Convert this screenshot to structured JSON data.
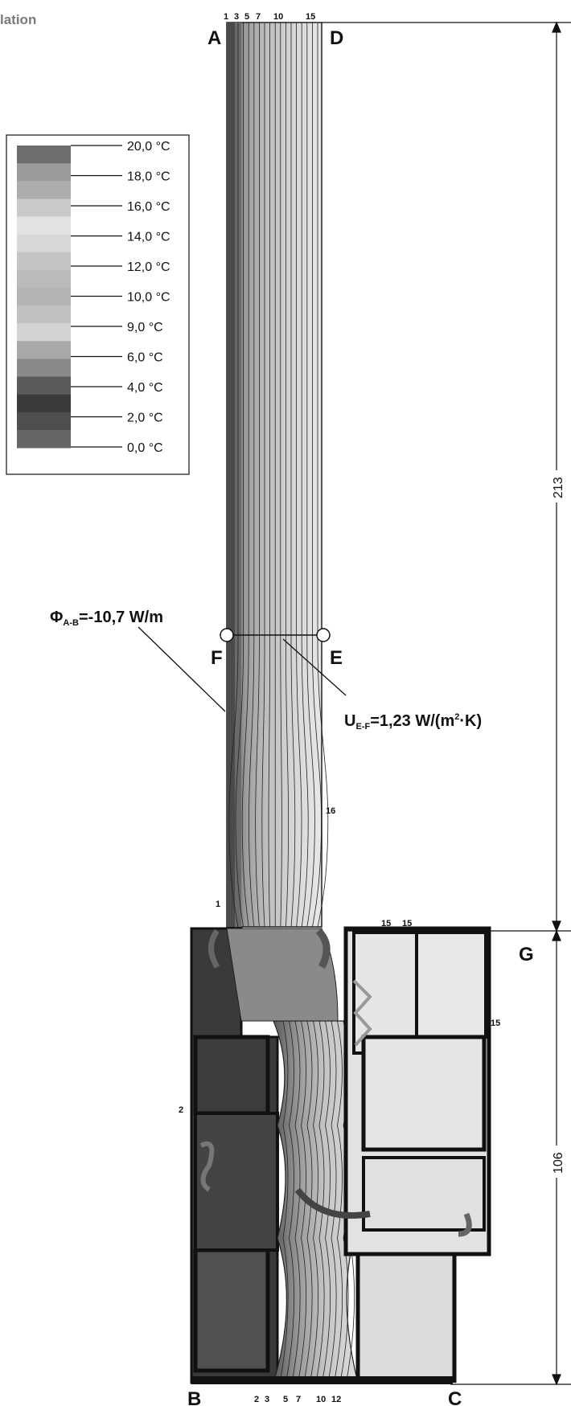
{
  "title_fragment": "lation",
  "legend": {
    "labels": [
      "20,0 °C",
      "18,0 °C",
      "16,0 °C",
      "14,0 °C",
      "12,0 °C",
      "10,0 °C",
      "9,0 °C",
      "6,0 °C",
      "4,0 °C",
      "2,0 °C",
      "0,0 °C"
    ],
    "swatches": [
      "#6d6d6d",
      "#9a9a9a",
      "#adadad",
      "#c9c9c9",
      "#e2e2e2",
      "#d8d8d8",
      "#c4c4c4",
      "#bababa",
      "#b4b4b4",
      "#c1c1c1",
      "#d3d3d3",
      "#a9a9a9",
      "#8a8a8a",
      "#5a5a5a",
      "#3a3a3a",
      "#4e4e4e",
      "#666666"
    ]
  },
  "points": {
    "A": "A",
    "B": "B",
    "C": "C",
    "D": "D",
    "E": "E",
    "F": "F",
    "G": "G"
  },
  "isotherm_labels": {
    "top": [
      "1",
      "3",
      "5",
      "7",
      "10",
      "15"
    ],
    "bottom": [
      "2",
      "3",
      "5",
      "7",
      "10",
      "12"
    ],
    "side": [
      "16",
      "1",
      "2",
      "15",
      "15",
      "15"
    ]
  },
  "results": {
    "phi_symbol": "Φ",
    "phi_sub": "A-B",
    "phi_value": "=-10,7 W/m",
    "u_symbol": "U",
    "u_sub": "E-F",
    "u_value": "=1,23 W/(m",
    "u_sup": "2",
    "u_tail": "·K)"
  },
  "dimensions": {
    "upper": "213",
    "lower": "106"
  },
  "colors": {
    "frame": "#2b2b2b",
    "frame_light": "#e0e0e0",
    "glass_dark": "#4a4a4a"
  }
}
